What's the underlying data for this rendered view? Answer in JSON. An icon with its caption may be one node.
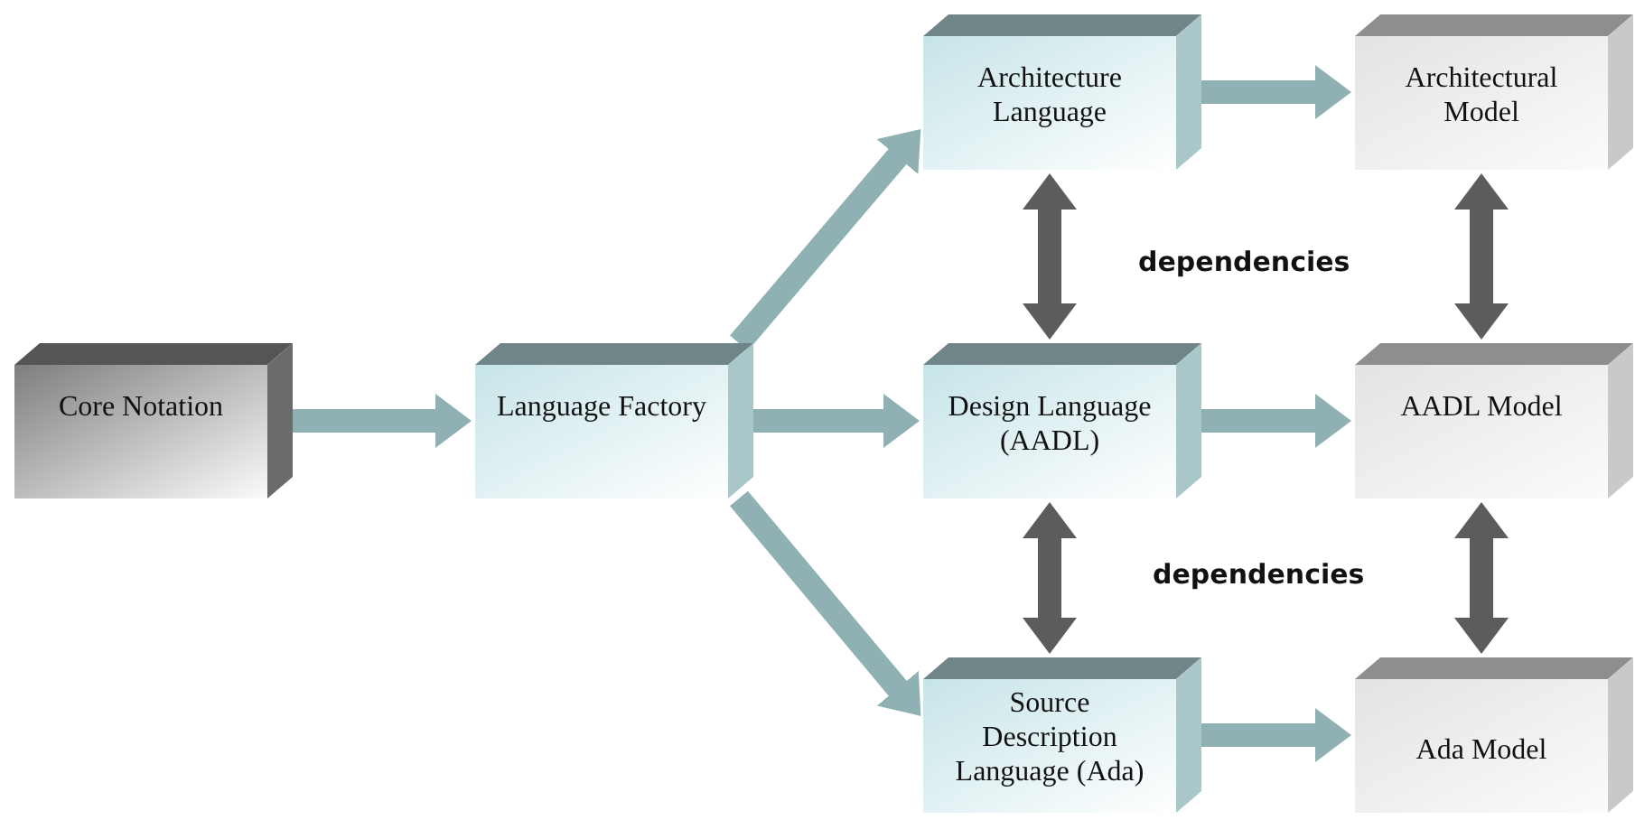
{
  "diagram": {
    "nodes": [
      {
        "text": [
          "Core Notation"
        ]
      },
      {
        "text": [
          "Language Factory"
        ]
      },
      {
        "text": [
          "Architecture Language"
        ]
      },
      {
        "text": [
          "Architectural Model"
        ]
      },
      {
        "text": [
          "Design Language (AADL)"
        ]
      },
      {
        "text": [
          "AADL Model"
        ]
      },
      {
        "text": [
          "Source Description Language (Ada)"
        ]
      },
      {
        "text": [
          "Ada Model"
        ]
      }
    ],
    "edges": [
      {
        "from": 0,
        "to": 1,
        "arrow": "to"
      },
      {
        "from": 1,
        "to": 2,
        "arrow": "to"
      },
      {
        "from": 1,
        "to": 4,
        "arrow": "to"
      },
      {
        "from": 1,
        "to": 6,
        "arrow": "to"
      },
      {
        "from": 2,
        "to": 3,
        "arrow": "to"
      },
      {
        "from": 4,
        "to": 5,
        "arrow": "to"
      },
      {
        "from": 6,
        "to": 7,
        "arrow": "to"
      },
      {
        "from": 2,
        "to": 4,
        "arrow": "both",
        "color": "#5c5c5c"
      },
      {
        "from": 3,
        "to": 5,
        "arrow": "both",
        "color": "#5c5c5c"
      },
      {
        "from": 4,
        "to": 6,
        "arrow": "both",
        "color": "#5c5c5c"
      },
      {
        "from": 5,
        "to": 7,
        "arrow": "both",
        "color": "#5c5c5c"
      }
    ],
    "labels": [
      "dependencies",
      "dependencies"
    ]
  }
}
